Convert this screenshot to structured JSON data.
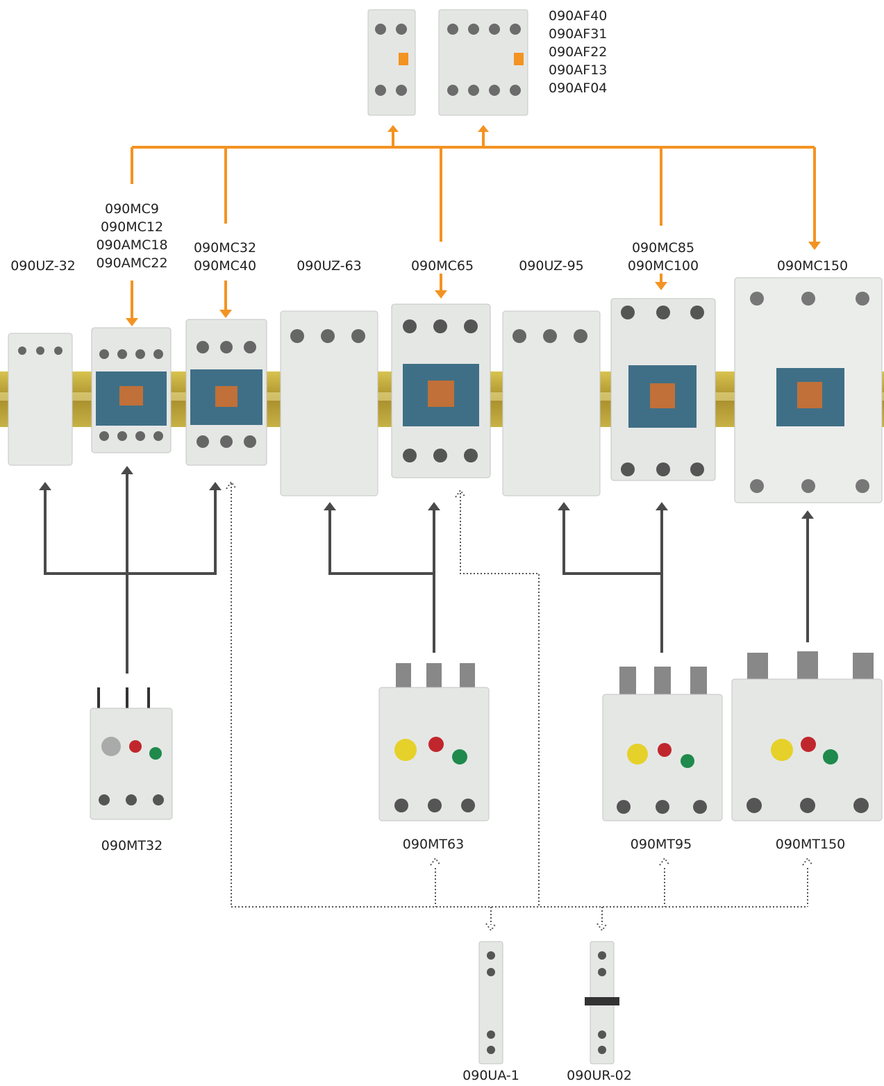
{
  "aux_contacts": [
    "090AF40",
    "090AF31",
    "090AF22",
    "090AF13",
    "090AF04"
  ],
  "contactor_labels": {
    "uz32": "090UZ-32",
    "mc_small": [
      "090MC9",
      "090MC12",
      "090AMC18",
      "090AMC22"
    ],
    "mc_mid": [
      "090MC32",
      "090MC40"
    ],
    "uz63": "090UZ-63",
    "mc65": "090MC65",
    "uz95": "090UZ-95",
    "mc_large": [
      "090MC85",
      "090MC100"
    ],
    "mc150": "090MC150"
  },
  "relay_labels": [
    "090MT32",
    "090MT63",
    "090MT95",
    "090MT150"
  ],
  "accessory_labels": [
    "090UA-1",
    "090UR-02"
  ],
  "colors": {
    "orange": "#f39322",
    "dark": "#4a4a4a",
    "rail": "#b9a23a",
    "module_blue": "#3f6f86"
  }
}
